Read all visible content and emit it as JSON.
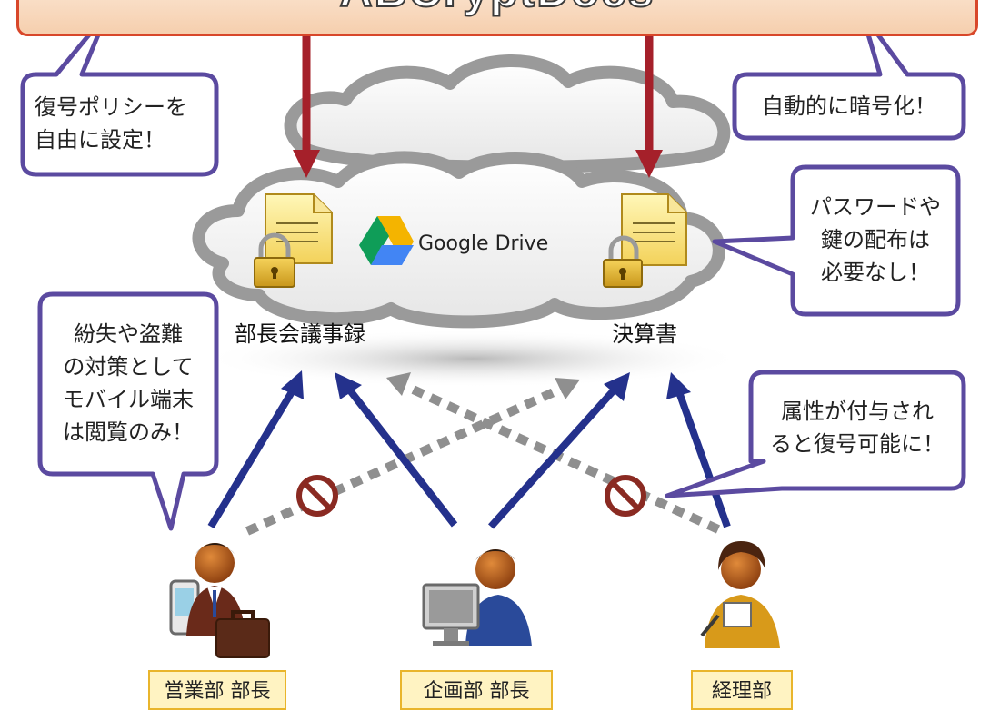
{
  "title": "ABCryptDocs",
  "bubbles": {
    "policy": [
      "復号ポリシーを",
      "自由に設定！"
    ],
    "auto_encrypt": "自動的に暗号化！",
    "no_key": [
      "パスワードや",
      "鍵の配布は",
      "必要なし！"
    ],
    "mobile": [
      "紛失や盗難",
      "の対策として",
      "モバイル端末",
      "は閲覧のみ！"
    ],
    "attribute": [
      "属性が付与され",
      "ると復号可能に！"
    ]
  },
  "cloud": {
    "service_label": "Google Drive"
  },
  "documents": {
    "left_label": "部長会議事録",
    "right_label": "決算書"
  },
  "roles": {
    "sales": "営業部 部長",
    "planning": "企画部 部長",
    "accounting": "経理部"
  },
  "colors": {
    "down_arrow": "#a5202a",
    "access_arrow": "#24318c",
    "denied_arrow": "#8f8f8f",
    "bubble_border": "#5b4aa0",
    "title_border": "#d8472a",
    "no_entry": "#8a2a22"
  }
}
